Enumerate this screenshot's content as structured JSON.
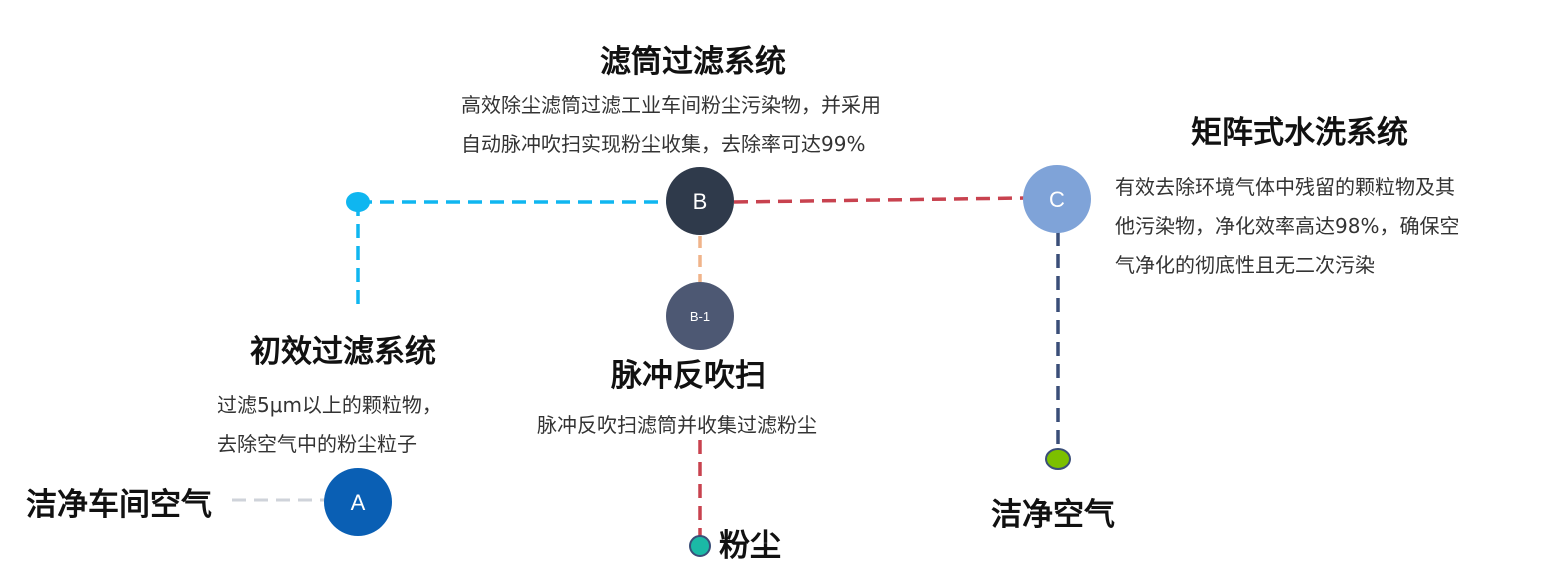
{
  "nodes": {
    "a": {
      "label": "A",
      "color": "#0a5fb4"
    },
    "b": {
      "label": "B",
      "color": "#2f3a4b"
    },
    "b1": {
      "label": "B-1",
      "color": "#4d5873"
    },
    "c": {
      "label": "C",
      "color": "#7fa3d8"
    }
  },
  "connector_colors": {
    "cyan": "#0fb6f0",
    "red": "#c8424f",
    "peach": "#f0b48a",
    "navy": "#3a4e78",
    "gray": "#cfd3da",
    "green_dot": "#7cc000",
    "teal_dot": "#1bb9a6"
  },
  "sections": {
    "filter_cartridge": {
      "title": "滤筒过滤系统",
      "desc": [
        "高效除尘滤筒过滤工业车间粉尘污染物，并采用",
        "自动脉冲吹扫实现粉尘收集，去除率可达99%"
      ]
    },
    "matrix_wash": {
      "title": "矩阵式水洗系统",
      "desc": [
        "有效去除环境气体中残留的颗粒物及其",
        "他污染物，净化效率高达98%，确保空",
        "气净化的彻底性且无二次污染"
      ]
    },
    "primary_filter": {
      "title": "初效过滤系统",
      "desc": [
        "过滤5μm以上的颗粒物，",
        "去除空气中的粉尘粒子"
      ]
    },
    "pulse_blow": {
      "title": "脉冲反吹扫",
      "desc": [
        "脉冲反吹扫滤筒并收集过滤粉尘"
      ]
    },
    "workshop_air": {
      "title": "洁净车间空气"
    },
    "clean_air": {
      "title": "洁净空气"
    },
    "dust": {
      "title": "粉尘"
    }
  }
}
